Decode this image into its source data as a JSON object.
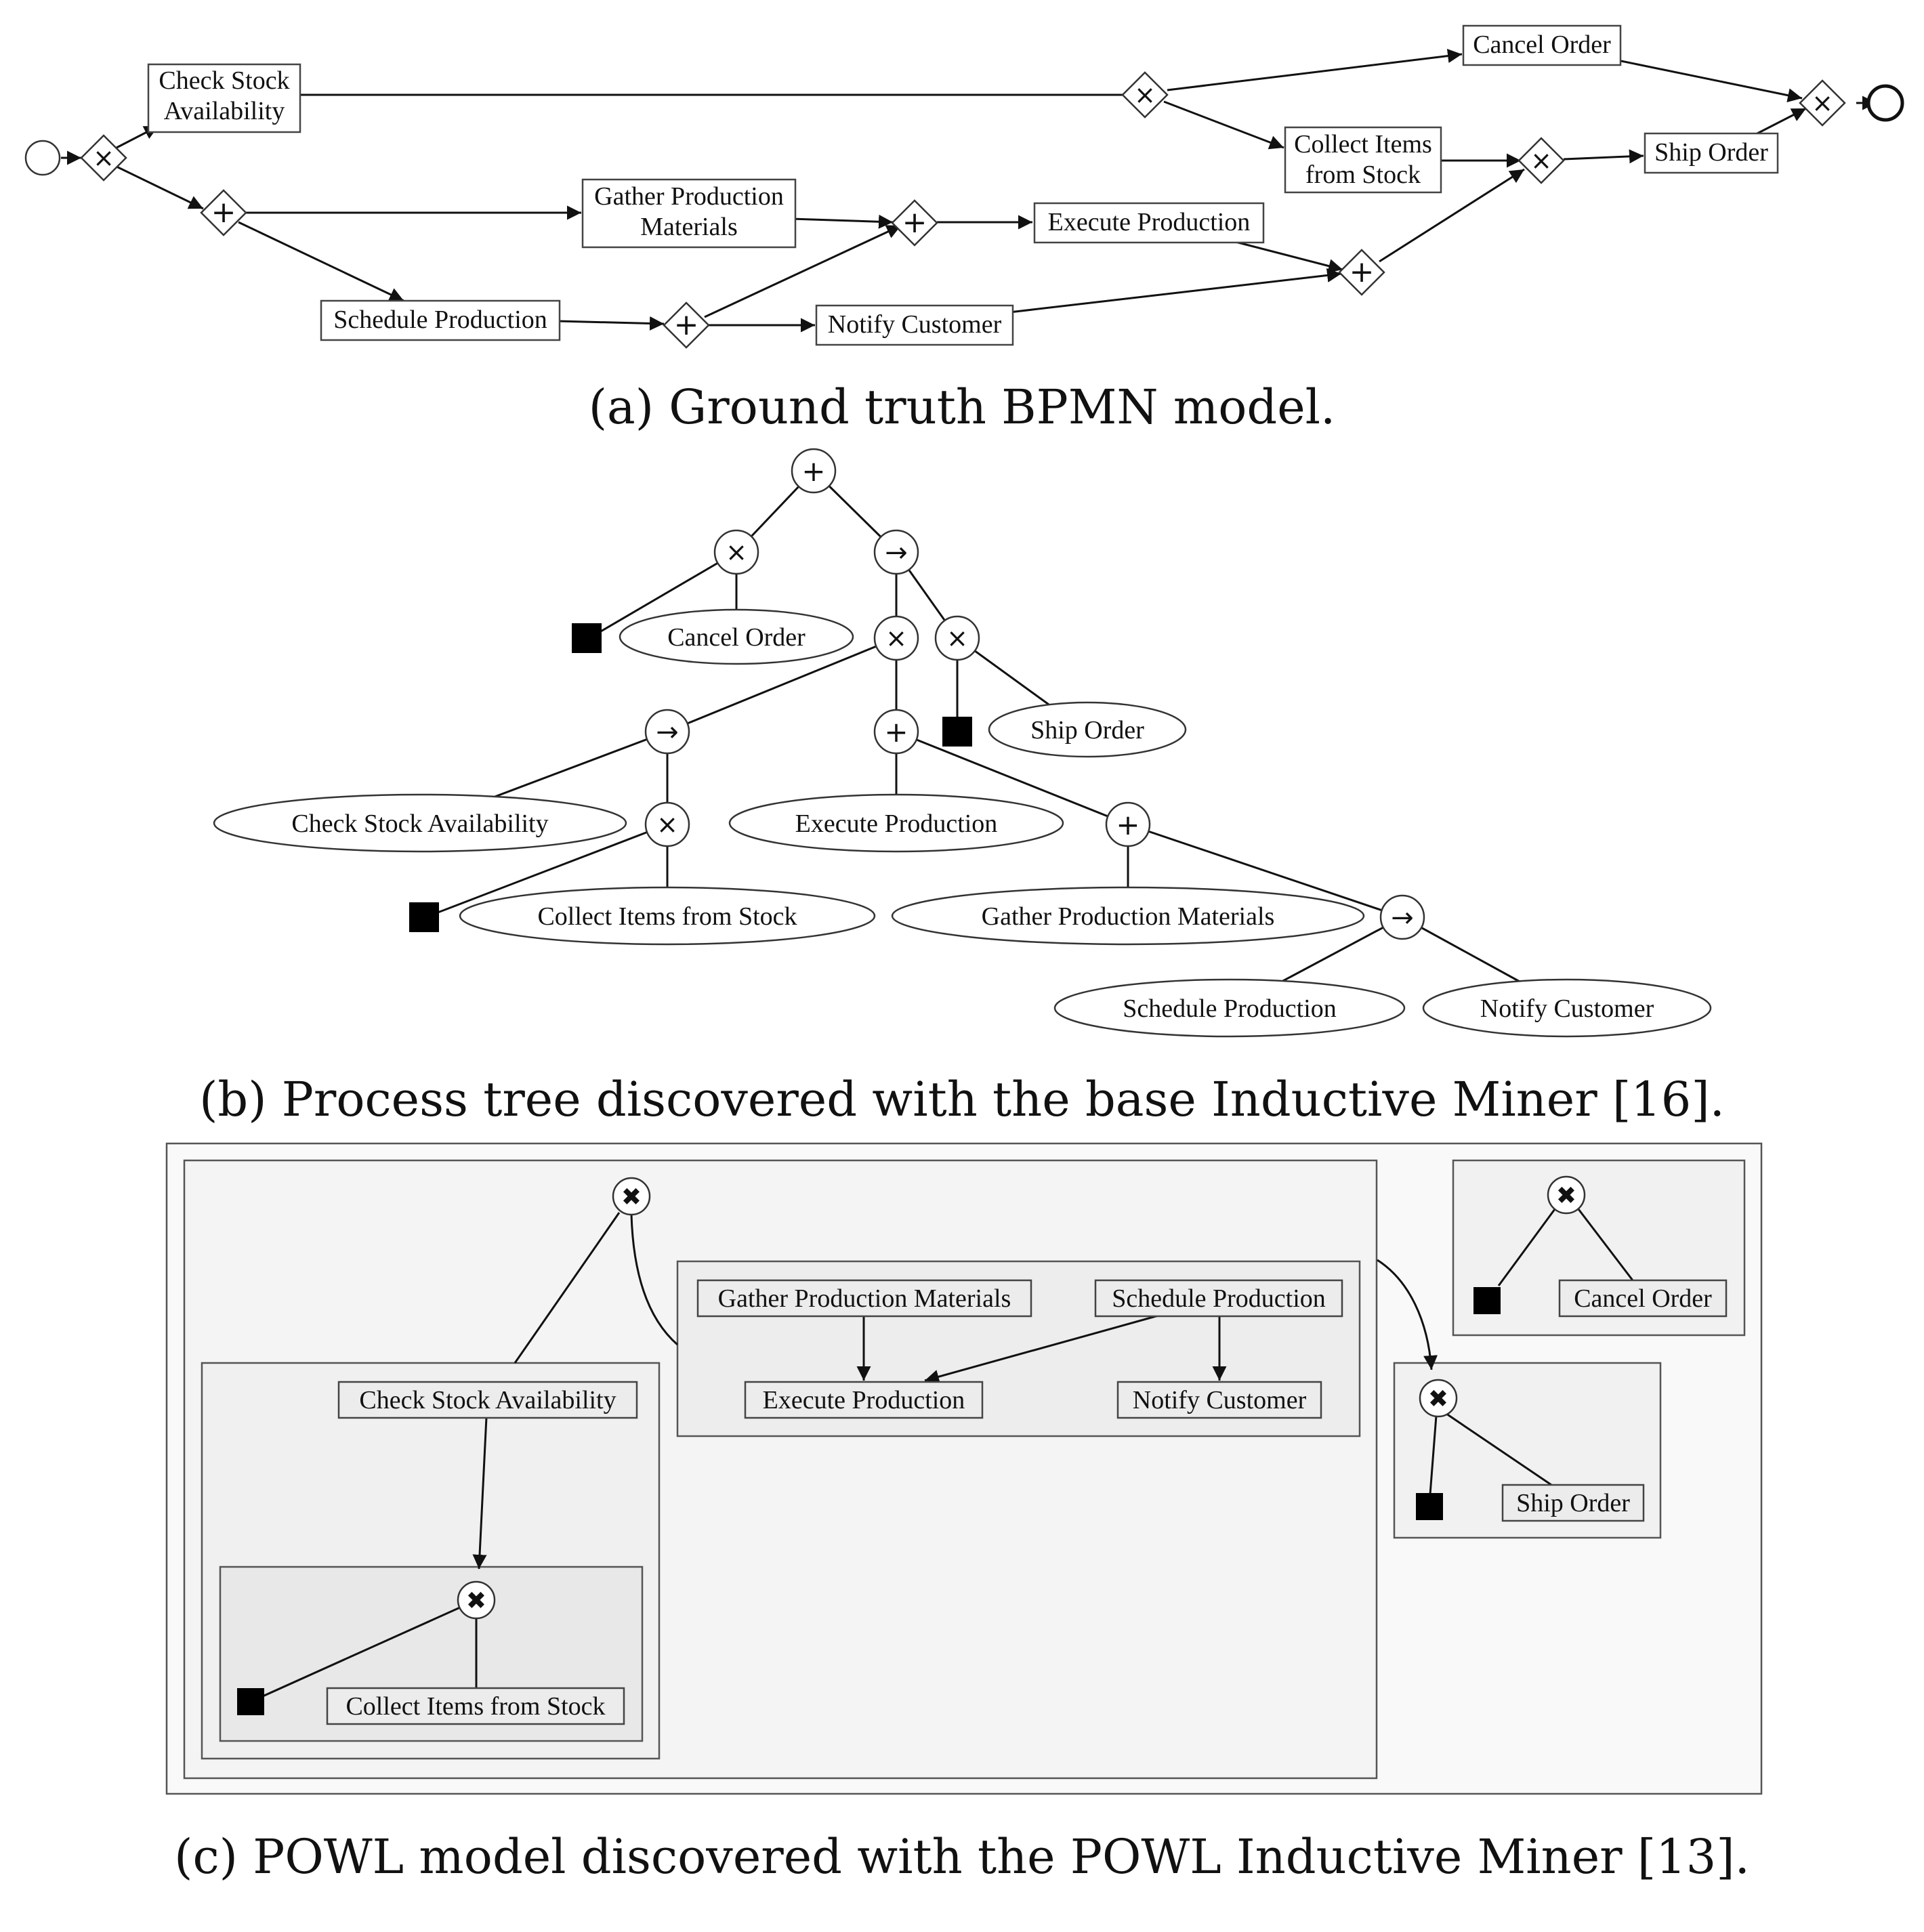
{
  "bpmn": {
    "caption": "(a) Ground truth BPMN model.",
    "tasks": {
      "check_stock": [
        "Check Stock",
        "Availability"
      ],
      "gather": [
        "Gather Production",
        "Materials"
      ],
      "schedule": "Schedule Production",
      "execute": "Execute Production",
      "notify": "Notify Customer",
      "cancel": "Cancel Order",
      "collect": [
        "Collect Items",
        "from Stock"
      ],
      "ship": "Ship Order"
    },
    "xor_symbol": "×",
    "and_symbol": "+"
  },
  "tree": {
    "caption": "(b) Process tree discovered with the base Inductive Miner [16].",
    "leaves": {
      "cancel": "Cancel Order",
      "ship": "Ship Order",
      "check_stock": "Check Stock Availability",
      "execute": "Execute Production",
      "collect": "Collect Items from Stock",
      "gather": "Gather Production Materials",
      "schedule": "Schedule Production",
      "notify": "Notify Customer"
    },
    "ops": {
      "and": "+",
      "xor": "×",
      "seq": "→"
    }
  },
  "powl": {
    "caption": "(c) POWL model discovered with the POWL Inductive Miner [13].",
    "tasks": {
      "gather": "Gather Production Materials",
      "schedule": "Schedule Production",
      "execute": "Execute Production",
      "notify": "Notify Customer",
      "check_stock": "Check Stock Availability",
      "collect": "Collect Items from Stock",
      "cancel": "Cancel Order",
      "ship": "Ship Order"
    },
    "choice_symbol": "✖"
  }
}
